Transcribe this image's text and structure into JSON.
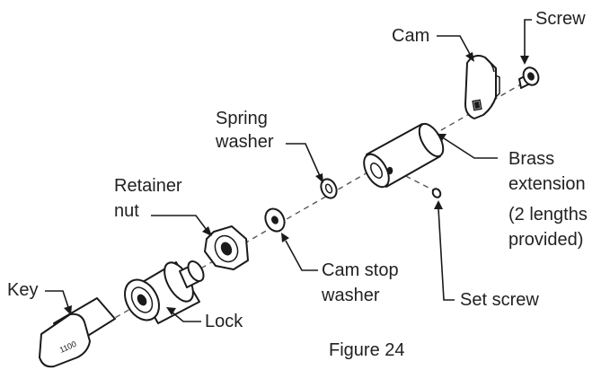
{
  "figure": {
    "caption": "Figure 24",
    "labels": {
      "screw": "Screw",
      "cam": "Cam",
      "spring_washer": [
        "Spring",
        "washer"
      ],
      "brass_extension": [
        "Brass",
        "extension",
        "(2 lengths",
        "provided)"
      ],
      "retainer_nut": [
        "Retainer",
        "nut"
      ],
      "cam_stop_washer": [
        "Cam stop",
        "washer"
      ],
      "key": "Key",
      "lock": "Lock",
      "set_screw": "Set screw",
      "key_number": "1100"
    }
  }
}
